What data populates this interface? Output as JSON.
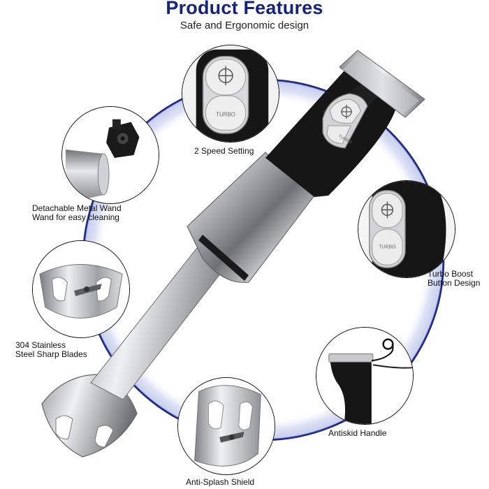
{
  "header": {
    "title": "Product Features",
    "subtitle": "Safe and Ergonomic design"
  },
  "colors": {
    "title": "#15247a",
    "ring": "#e3e6f6",
    "ring_border": "#1c2a86",
    "handle": "#141414",
    "steel": "#a9acb0"
  },
  "features": {
    "speed": {
      "label": "2  Speed Setting",
      "icon": "speed-buttons-closeup"
    },
    "wand": {
      "line1": "Detachable Metal Wand",
      "line2": "Wand for easy cleaning",
      "icon": "metal-wand-connector"
    },
    "turbo": {
      "line1": "Turbo Boost",
      "line2": "Button Design",
      "icon": "turbo-button-closeup"
    },
    "blades": {
      "line1": "304 Stainless",
      "line2": "Steel Sharp Blades",
      "icon": "blade-guard"
    },
    "handle": {
      "label": "Antiskid Handle",
      "icon": "handle-with-cord"
    },
    "shield": {
      "label": "Anti-Splash Shield",
      "icon": "splash-guard"
    }
  },
  "buttons": {
    "turbo_text": "TURBO"
  }
}
